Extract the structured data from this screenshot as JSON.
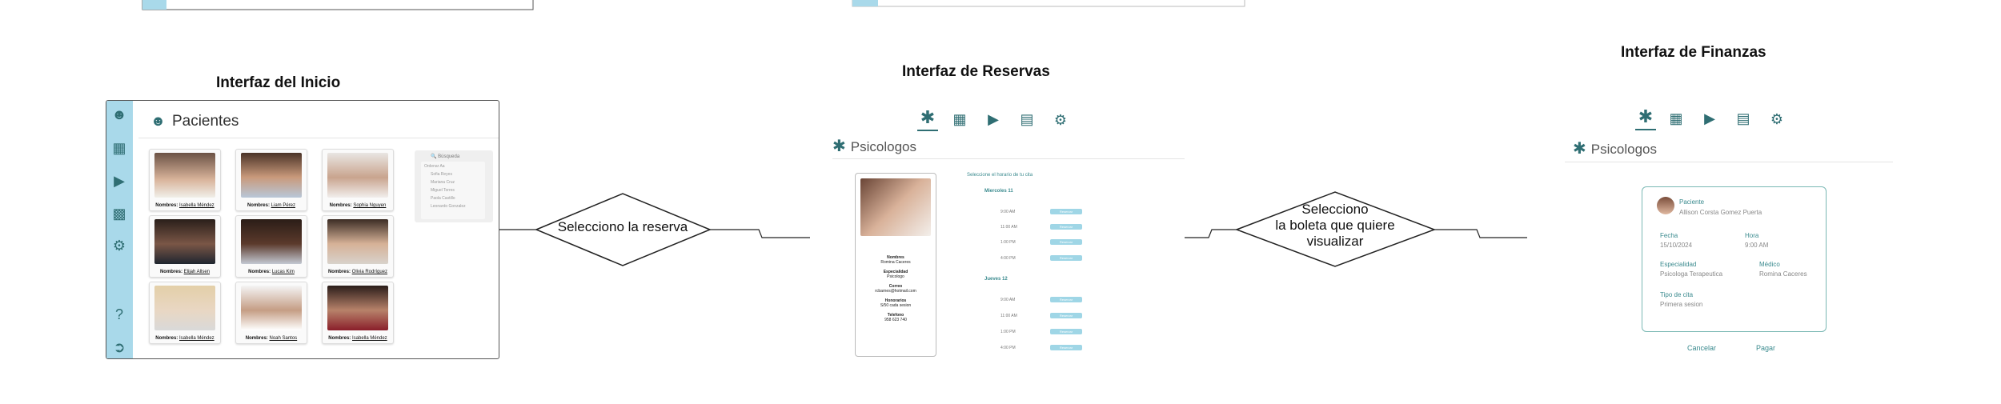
{
  "titles": {
    "inicio": "Interfaz del Inicio",
    "reservas": "Interfaz de Reservas",
    "finanzas": "Interfaz de Finanzas"
  },
  "decisions": {
    "first": [
      "Selecciono la reserva"
    ],
    "second": [
      "Selecciono",
      "la boleta que quiere",
      "visualizar"
    ]
  },
  "inicio": {
    "sidebar_icons": [
      "users-icon",
      "calendar-icon",
      "video-icon",
      "chat-icon",
      "gear-icon",
      "help-icon",
      "logout-icon"
    ],
    "header": "Pacientes",
    "name_label": "Nombres:",
    "patients": [
      "Isabella Méndez",
      "Liam Pérez",
      "Sophia Nguyen",
      "Elijah Allsen",
      "Lucas Kim",
      "Olivia Rodríguez",
      "Isabella Méndez",
      "Noah Santos",
      "Isabella Méndez"
    ],
    "search": {
      "title": "Búsqueda",
      "items": [
        "Ordenar Aa",
        "Sofia Reyes",
        "Mariana Cruz",
        "Miguel Torres",
        "Paola Castillo",
        "Leonardo Gonzalez"
      ]
    }
  },
  "reservas": {
    "section": "Psicologos",
    "tab_icons": [
      "asterisk-icon",
      "calendar-icon",
      "video-icon",
      "document-icon",
      "settings-icon"
    ],
    "profile": [
      {
        "label": "Nombres",
        "value": "Romina Caceres"
      },
      {
        "label": "Especialidad",
        "value": "Psicologo"
      },
      {
        "label": "Correo",
        "value": "rcbarnes@hotmail.com"
      },
      {
        "label": "Honorarios",
        "value": "S/50 cada sesion"
      },
      {
        "label": "Telefono",
        "value": "958 623 740"
      }
    ],
    "schedule_title": "Seleccione el horario de tu cita",
    "days": [
      {
        "name": "Miercoles 11",
        "times": [
          "9:00 AM",
          "11:00 AM",
          "1:00 PM",
          "4:00 PM"
        ]
      },
      {
        "name": "Jueves 12",
        "times": [
          "9:00 AM",
          "11:00 AM",
          "1:00 PM",
          "4:00 PM"
        ]
      }
    ],
    "slot_label": "Reservar"
  },
  "finanzas": {
    "section": "Psicologos",
    "tab_icons": [
      "asterisk-icon",
      "calendar-icon",
      "video-icon",
      "document-icon",
      "settings-icon"
    ],
    "patient_label": "Paciente",
    "patient_name": "Allison Corsta Gomez Puerta",
    "fecha_label": "Fecha",
    "fecha": "15/10/2024",
    "hora_label": "Hora",
    "hora": "9:00 AM",
    "especialidad_label": "Especialidad",
    "especialidad": "Psicologa Terapeutica",
    "medico_label": "Médico",
    "medico": "Romina Caceres",
    "tipo_label": "Tipo de cita",
    "tipo": "Primera sesion",
    "cancel": "Cancelar",
    "pay": "Pagar"
  },
  "colors": {
    "accent": "#2f6e73",
    "sidebar": "#a9d9ea",
    "slot": "#9fd6e6"
  }
}
